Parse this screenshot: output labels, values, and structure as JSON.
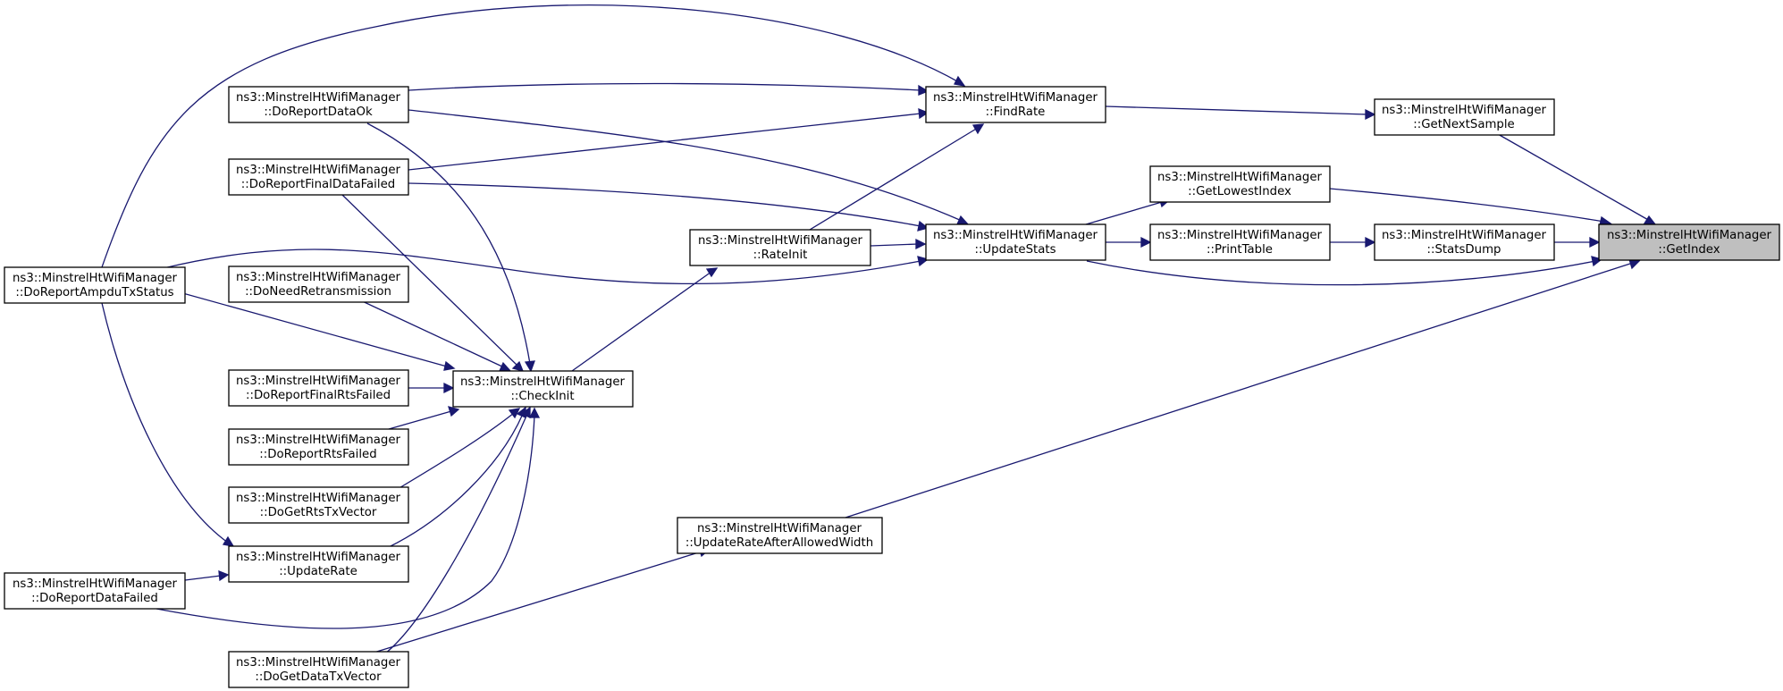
{
  "nodes": {
    "getindex": {
      "line1": "ns3::MinstrelHtWifiManager",
      "line2": "::GetIndex"
    },
    "getnextsample": {
      "line1": "ns3::MinstrelHtWifiManager",
      "line2": "::GetNextSample"
    },
    "getlowestindex": {
      "line1": "ns3::MinstrelHtWifiManager",
      "line2": "::GetLowestIndex"
    },
    "printtable": {
      "line1": "ns3::MinstrelHtWifiManager",
      "line2": "::PrintTable"
    },
    "statsdump": {
      "line1": "ns3::MinstrelHtWifiManager",
      "line2": "::StatsDump"
    },
    "findrate": {
      "line1": "ns3::MinstrelHtWifiManager",
      "line2": "::FindRate"
    },
    "updatestats": {
      "line1": "ns3::MinstrelHtWifiManager",
      "line2": "::UpdateStats"
    },
    "rateinit": {
      "line1": "ns3::MinstrelHtWifiManager",
      "line2": "::RateInit"
    },
    "updaterateafterallowedwidth": {
      "line1": "ns3::MinstrelHtWifiManager",
      "line2": "::UpdateRateAfterAllowedWidth"
    },
    "checkinit": {
      "line1": "ns3::MinstrelHtWifiManager",
      "line2": "::CheckInit"
    },
    "doreportdataok": {
      "line1": "ns3::MinstrelHtWifiManager",
      "line2": "::DoReportDataOk"
    },
    "doreportfinaldatafailed": {
      "line1": "ns3::MinstrelHtWifiManager",
      "line2": "::DoReportFinalDataFailed"
    },
    "doneedretransmission": {
      "line1": "ns3::MinstrelHtWifiManager",
      "line2": "::DoNeedRetransmission"
    },
    "doreportfinalrtsfailed": {
      "line1": "ns3::MinstrelHtWifiManager",
      "line2": "::DoReportFinalRtsFailed"
    },
    "doreportrtsfailed": {
      "line1": "ns3::MinstrelHtWifiManager",
      "line2": "::DoReportRtsFailed"
    },
    "dogetrtstxvector": {
      "line1": "ns3::MinstrelHtWifiManager",
      "line2": "::DoGetRtsTxVector"
    },
    "updaterate": {
      "line1": "ns3::MinstrelHtWifiManager",
      "line2": "::UpdateRate"
    },
    "dogetdatatxvector": {
      "line1": "ns3::MinstrelHtWifiManager",
      "line2": "::DoGetDataTxVector"
    },
    "doreportampdutxstatus": {
      "line1": "ns3::MinstrelHtWifiManager",
      "line2": "::DoReportAmpduTxStatus"
    },
    "doreportdatafailed": {
      "line1": "ns3::MinstrelHtWifiManager",
      "line2": "::DoReportDataFailed"
    }
  },
  "colors": {
    "edge": "#191970",
    "highlight_fill": "#bfbfbf"
  }
}
